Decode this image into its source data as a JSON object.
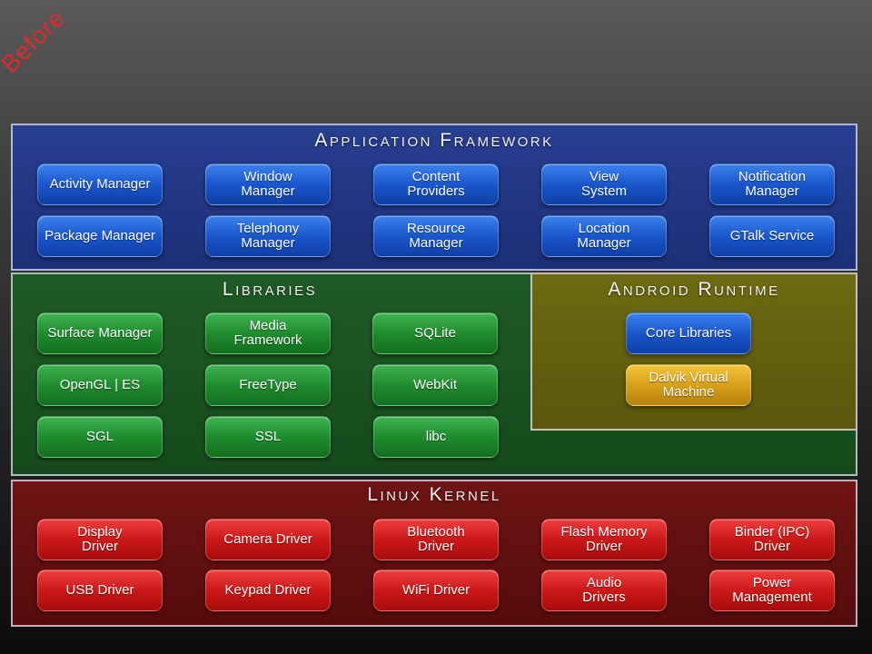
{
  "watermark": "Before",
  "application_framework": {
    "title": "Application Framework",
    "items": [
      "Activity Manager",
      "Window\nManager",
      "Content\nProviders",
      "View\nSystem",
      "Notification\nManager",
      "Package Manager",
      "Telephony\nManager",
      "Resource\nManager",
      "Location\nManager",
      "GTalk Service"
    ]
  },
  "libraries": {
    "title": "Libraries",
    "items": [
      "Surface Manager",
      "Media\nFramework",
      "SQLite",
      "OpenGL | ES",
      "FreeType",
      "WebKit",
      "SGL",
      "SSL",
      "libc"
    ]
  },
  "android_runtime": {
    "title": "Android Runtime",
    "items": [
      "Core Libraries",
      "Dalvik Virtual\nMachine"
    ]
  },
  "linux_kernel": {
    "title": "Linux Kernel",
    "items": [
      "Display\nDriver",
      "Camera Driver",
      "Bluetooth\nDriver",
      "Flash Memory\nDriver",
      "Binder (IPC)\nDriver",
      "USB Driver",
      "Keypad Driver",
      "WiFi Driver",
      "Audio\nDrivers",
      "Power\nManagement"
    ]
  }
}
